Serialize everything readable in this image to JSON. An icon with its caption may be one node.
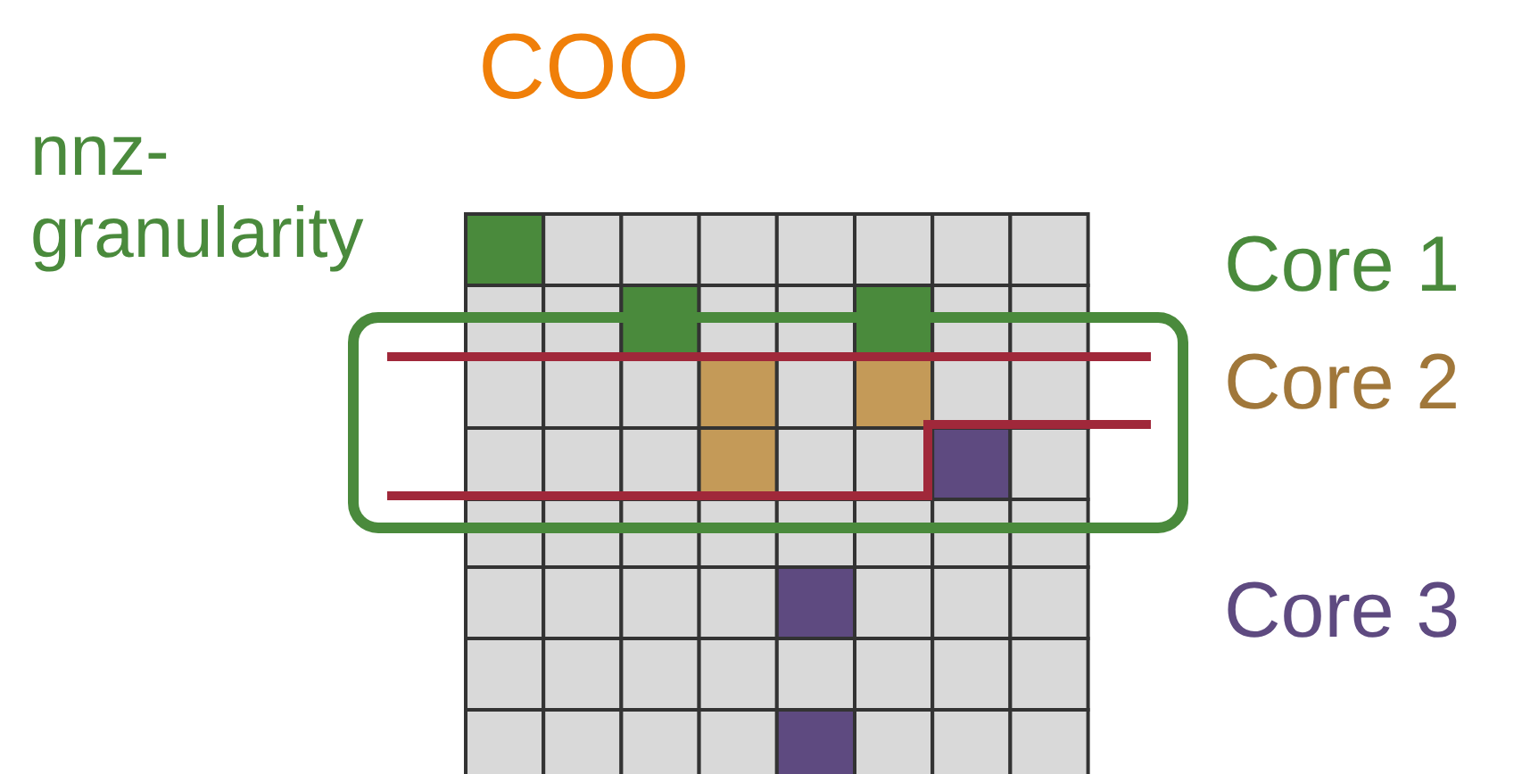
{
  "diagram": {
    "title": "COO",
    "labels": [
      "nnz-granularity",
      "Core 1",
      "Core 2",
      "Core 3"
    ]
  }
}
